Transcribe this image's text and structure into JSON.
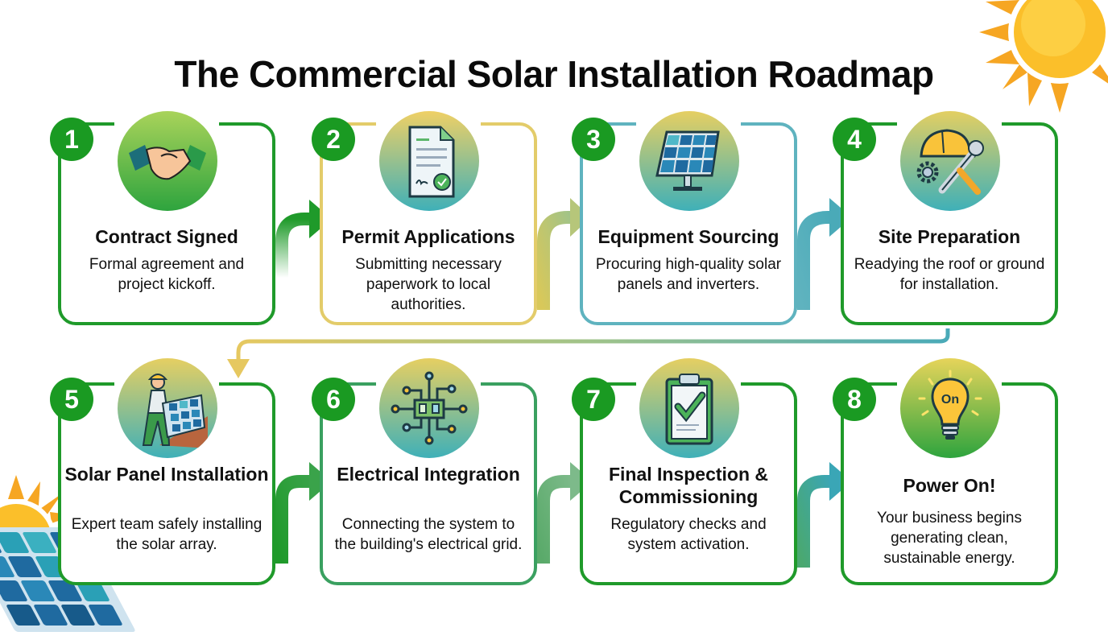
{
  "title": "The Commercial Solar Installation Roadmap",
  "colors": {
    "primary_green": "#1f9a2a",
    "badge_green": "#1a9a22",
    "yellow_border": "#e3cc6a",
    "teal_border": "#5fb3bf",
    "sun_orange": "#f6a623",
    "sun_yellow": "#fcd03a"
  },
  "steps": [
    {
      "number": "1",
      "title": "Contract Signed",
      "description": "Formal agreement and project kickoff.",
      "icon": "handshake-icon"
    },
    {
      "number": "2",
      "title": "Permit Applications",
      "description": "Submitting necessary paperwork to local authorities.",
      "icon": "document-certificate-icon"
    },
    {
      "number": "3",
      "title": "Equipment Sourcing",
      "description": "Procuring high-quality solar panels and inverters.",
      "icon": "solar-panel-icon"
    },
    {
      "number": "4",
      "title": "Site Preparation",
      "description": "Readying the roof or ground for installation.",
      "icon": "hardhat-wrench-icon"
    },
    {
      "number": "5",
      "title": "Solar Panel Installation",
      "description": "Expert team safely installing the solar array.",
      "icon": "worker-installing-panel-icon"
    },
    {
      "number": "6",
      "title": "Electrical Integration",
      "description": "Connecting the system to the building's electrical grid.",
      "icon": "circuit-icon"
    },
    {
      "number": "7",
      "title": "Final Inspection & Commissioning",
      "description": "Regulatory checks and system activation.",
      "icon": "clipboard-check-icon"
    },
    {
      "number": "8",
      "title": "Power On!",
      "description": "Your business begins generating clean, sustainable energy.",
      "icon": "lightbulb-on-icon",
      "bulb_label": "On"
    }
  ]
}
